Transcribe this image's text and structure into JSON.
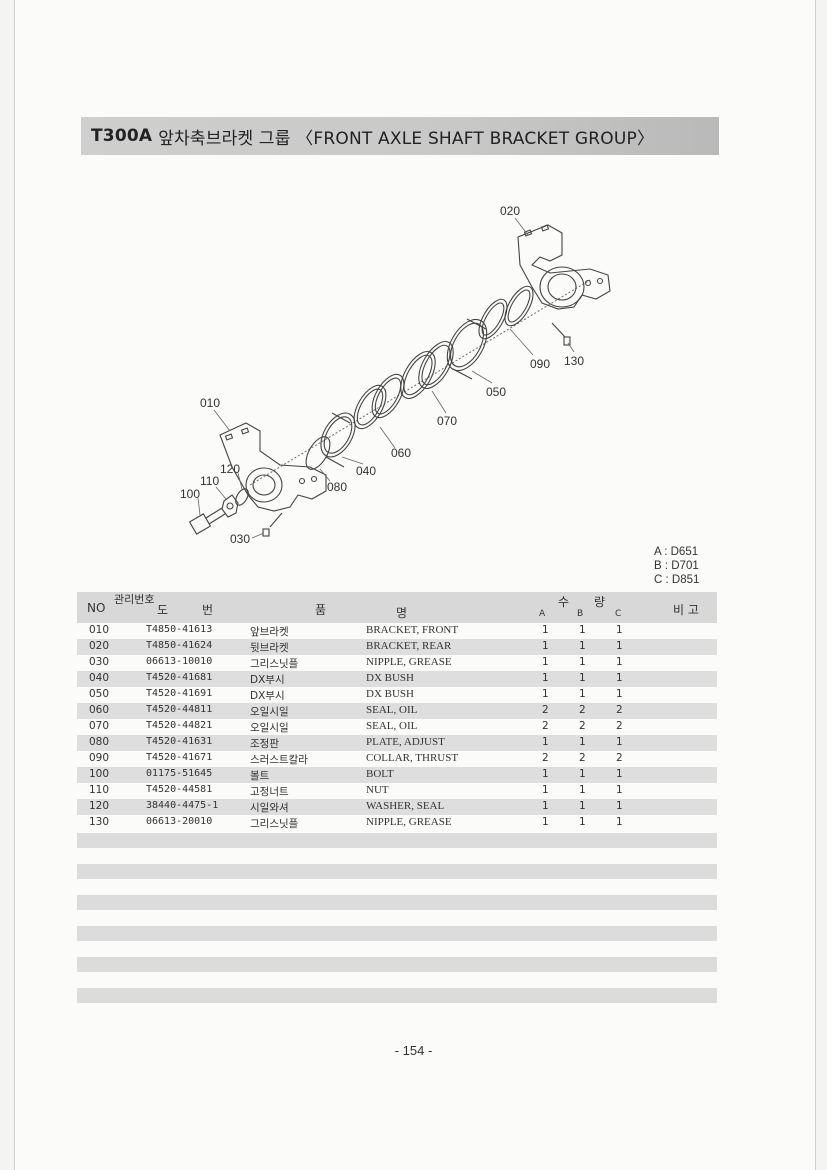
{
  "title": {
    "code": "T300A",
    "text": "앞차축브라켓 그룹 〈FRONT AXLE SHAFT BRACKET GROUP〉"
  },
  "diagram": {
    "callouts": [
      "020",
      "090",
      "130",
      "050",
      "070",
      "010",
      "060",
      "040",
      "120",
      "110",
      "080",
      "100",
      "030"
    ]
  },
  "variants": [
    "A : D651",
    "B : D701",
    "C : D851"
  ],
  "table": {
    "headers": {
      "no": "NO",
      "mgmt": "관리번호",
      "drawing_1": "도",
      "drawing_2": "번",
      "name_1": "품",
      "name_2": "명",
      "qty_1": "수",
      "qty_2": "량",
      "qty_a": "A",
      "qty_b": "B",
      "qty_c": "C",
      "remark": "비 고"
    },
    "rows": [
      {
        "no": "010",
        "drawing": "T4850-41613",
        "name_kr": "앞브라켓",
        "name_en": "BRACKET, FRONT",
        "a": "1",
        "b": "1",
        "c": "1"
      },
      {
        "no": "020",
        "drawing": "T4850-41624",
        "name_kr": "뒷브라켓",
        "name_en": "BRACKET, REAR",
        "a": "1",
        "b": "1",
        "c": "1"
      },
      {
        "no": "030",
        "drawing": "06613-10010",
        "name_kr": "그리스닛플",
        "name_en": "NIPPLE, GREASE",
        "a": "1",
        "b": "1",
        "c": "1"
      },
      {
        "no": "040",
        "drawing": "T4520-41681",
        "name_kr": "DX부시",
        "name_en": "DX BUSH",
        "a": "1",
        "b": "1",
        "c": "1"
      },
      {
        "no": "050",
        "drawing": "T4520-41691",
        "name_kr": "DX부시",
        "name_en": "DX BUSH",
        "a": "1",
        "b": "1",
        "c": "1"
      },
      {
        "no": "060",
        "drawing": "T4520-44811",
        "name_kr": "오일시일",
        "name_en": "SEAL, OIL",
        "a": "2",
        "b": "2",
        "c": "2"
      },
      {
        "no": "070",
        "drawing": "T4520-44821",
        "name_kr": "오일시일",
        "name_en": "SEAL, OIL",
        "a": "2",
        "b": "2",
        "c": "2"
      },
      {
        "no": "080",
        "drawing": "T4520-41631",
        "name_kr": "조정판",
        "name_en": "PLATE, ADJUST",
        "a": "1",
        "b": "1",
        "c": "1"
      },
      {
        "no": "090",
        "drawing": "T4520-41671",
        "name_kr": "스러스트칼라",
        "name_en": "COLLAR, THRUST",
        "a": "2",
        "b": "2",
        "c": "2"
      },
      {
        "no": "100",
        "drawing": "01175-51645",
        "name_kr": "볼트",
        "name_en": "BOLT",
        "a": "1",
        "b": "1",
        "c": "1"
      },
      {
        "no": "110",
        "drawing": "T4520-44581",
        "name_kr": "고정너트",
        "name_en": "NUT",
        "a": "1",
        "b": "1",
        "c": "1"
      },
      {
        "no": "120",
        "drawing": "38440-4475-1",
        "name_kr": "시일와셔",
        "name_en": "WASHER, SEAL",
        "a": "1",
        "b": "1",
        "c": "1"
      },
      {
        "no": "130",
        "drawing": "06613-20010",
        "name_kr": "그리스닛플",
        "name_en": "NIPPLE, GREASE",
        "a": "1",
        "b": "1",
        "c": "1"
      }
    ]
  },
  "page_number": "- 154 -"
}
